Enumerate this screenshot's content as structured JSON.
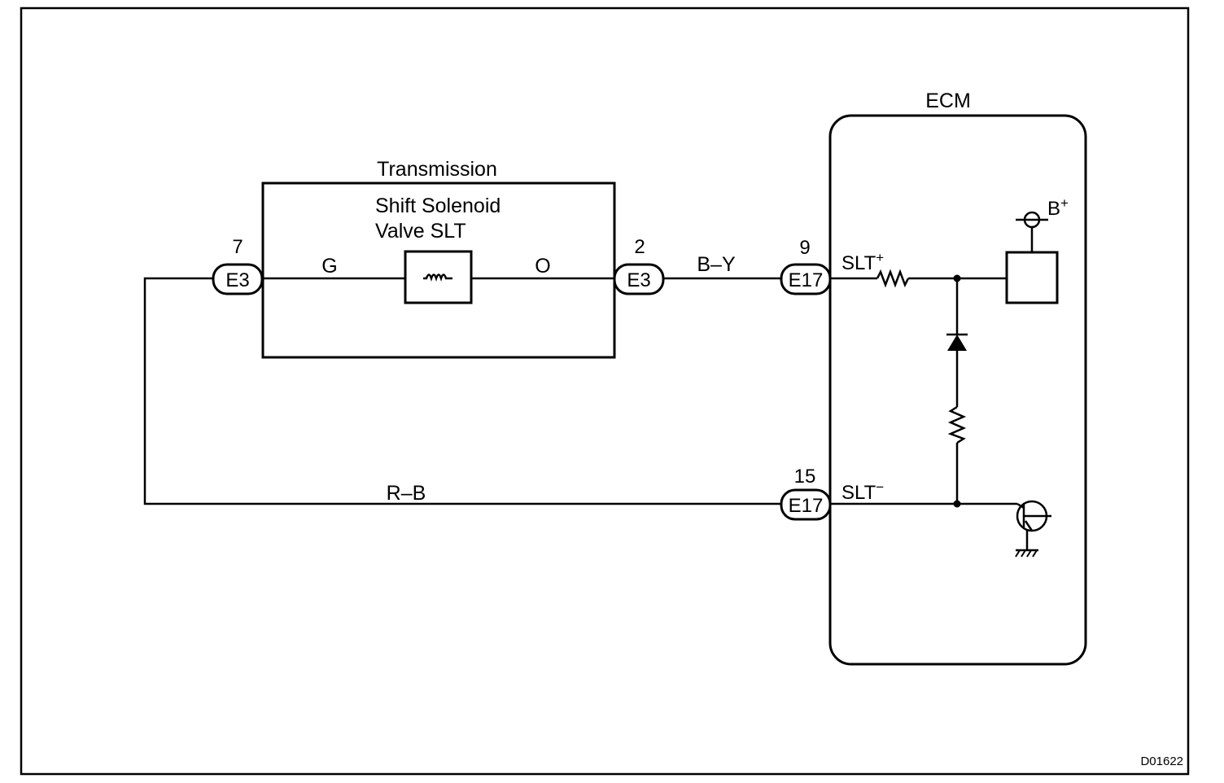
{
  "figure_id": "D01622",
  "transmission": {
    "title": "Transmission",
    "component_line1": "Shift Solenoid",
    "component_line2": "Valve SLT"
  },
  "ecm": {
    "title": "ECM",
    "power_label": "B",
    "power_sup": "+",
    "slt_plus_label": "SLT",
    "slt_plus_sup": "+",
    "slt_minus_label": "SLT",
    "slt_minus_sup": "−"
  },
  "connectors": {
    "e3_pin7": {
      "pin": "7",
      "name": "E3"
    },
    "e3_pin2": {
      "pin": "2",
      "name": "E3"
    },
    "e17_pin9": {
      "pin": "9",
      "name": "E17"
    },
    "e17_pin15": {
      "pin": "15",
      "name": "E17"
    }
  },
  "wires": {
    "g": "G",
    "o": "O",
    "b_y": "B–Y",
    "r_b": "R–B"
  }
}
